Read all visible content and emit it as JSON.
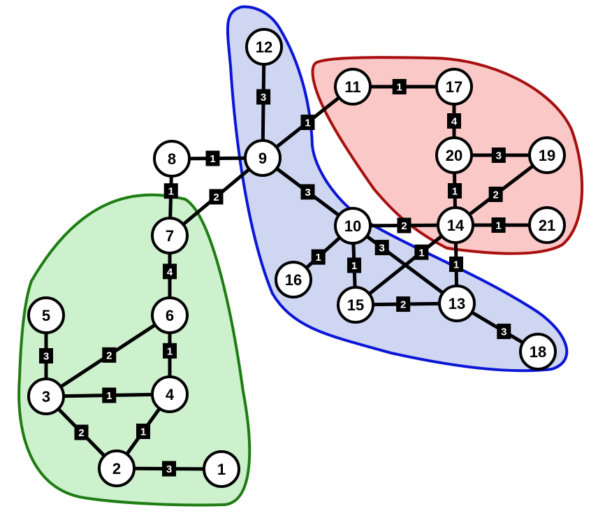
{
  "colors": {
    "edge": "#000000",
    "node_fill": "#ffffff",
    "node_stroke": "#000000",
    "weight_box": "#000000",
    "weight_text": "#ffffff",
    "cluster_green_fill": "#cdf0cd",
    "cluster_green_stroke": "#1e7d12",
    "cluster_blue_fill": "#cfd6f2",
    "cluster_blue_stroke": "#0b16d6",
    "cluster_red_fill": "#fbc8c8",
    "cluster_red_stroke": "#a80f0f"
  },
  "graph": {
    "clusters": [
      {
        "name": "green",
        "nodes": [
          "1",
          "2",
          "3",
          "4",
          "5",
          "6",
          "7"
        ]
      },
      {
        "name": "blue",
        "nodes": [
          "9",
          "10",
          "12",
          "13",
          "15",
          "16",
          "18"
        ]
      },
      {
        "name": "red",
        "nodes": [
          "11",
          "14",
          "17",
          "19",
          "20",
          "21"
        ]
      }
    ],
    "nodes": [
      {
        "id": "1",
        "label": "1"
      },
      {
        "id": "2",
        "label": "2"
      },
      {
        "id": "3",
        "label": "3"
      },
      {
        "id": "4",
        "label": "4"
      },
      {
        "id": "5",
        "label": "5"
      },
      {
        "id": "6",
        "label": "6"
      },
      {
        "id": "7",
        "label": "7"
      },
      {
        "id": "8",
        "label": "8"
      },
      {
        "id": "9",
        "label": "9"
      },
      {
        "id": "10",
        "label": "10"
      },
      {
        "id": "11",
        "label": "11"
      },
      {
        "id": "12",
        "label": "12"
      },
      {
        "id": "13",
        "label": "13"
      },
      {
        "id": "14",
        "label": "14"
      },
      {
        "id": "15",
        "label": "15"
      },
      {
        "id": "16",
        "label": "16"
      },
      {
        "id": "17",
        "label": "17"
      },
      {
        "id": "18",
        "label": "18"
      },
      {
        "id": "19",
        "label": "19"
      },
      {
        "id": "20",
        "label": "20"
      },
      {
        "id": "21",
        "label": "21"
      }
    ],
    "edges": [
      {
        "from": "2",
        "to": "1",
        "weight": "3"
      },
      {
        "from": "3",
        "to": "2",
        "weight": "2"
      },
      {
        "from": "2",
        "to": "4",
        "weight": "1"
      },
      {
        "from": "3",
        "to": "4",
        "weight": "1"
      },
      {
        "from": "3",
        "to": "6",
        "weight": "2"
      },
      {
        "from": "5",
        "to": "3",
        "weight": "3"
      },
      {
        "from": "6",
        "to": "4",
        "weight": "1"
      },
      {
        "from": "7",
        "to": "6",
        "weight": "4"
      },
      {
        "from": "8",
        "to": "7",
        "weight": "1"
      },
      {
        "from": "7",
        "to": "9",
        "weight": "2"
      },
      {
        "from": "8",
        "to": "9",
        "weight": "1"
      },
      {
        "from": "12",
        "to": "9",
        "weight": "3"
      },
      {
        "from": "9",
        "to": "11",
        "weight": "1"
      },
      {
        "from": "9",
        "to": "10",
        "weight": "3"
      },
      {
        "from": "11",
        "to": "17",
        "weight": "1"
      },
      {
        "from": "17",
        "to": "20",
        "weight": "4"
      },
      {
        "from": "20",
        "to": "19",
        "weight": "3"
      },
      {
        "from": "20",
        "to": "14",
        "weight": "1"
      },
      {
        "from": "14",
        "to": "19",
        "weight": "2"
      },
      {
        "from": "10",
        "to": "14",
        "weight": "2"
      },
      {
        "from": "14",
        "to": "21",
        "weight": "1"
      },
      {
        "from": "10",
        "to": "16",
        "weight": "1"
      },
      {
        "from": "10",
        "to": "15",
        "weight": "1"
      },
      {
        "from": "10",
        "to": "13",
        "weight": "3"
      },
      {
        "from": "15",
        "to": "14",
        "weight": "1"
      },
      {
        "from": "14",
        "to": "13",
        "weight": "1"
      },
      {
        "from": "15",
        "to": "13",
        "weight": "2"
      },
      {
        "from": "13",
        "to": "18",
        "weight": "3"
      }
    ]
  }
}
